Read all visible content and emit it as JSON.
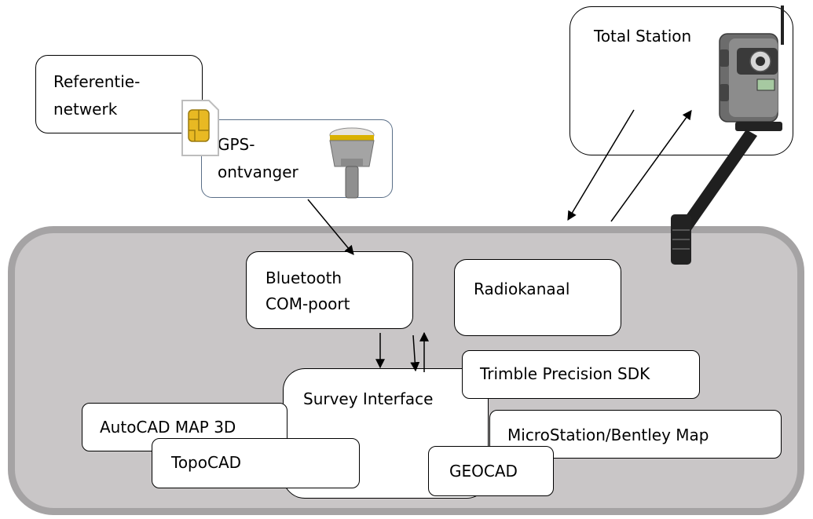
{
  "colors": {
    "system_fill": "#c9c6c7",
    "system_border": "#a5a3a4",
    "box_fill": "#ffffff",
    "stroke": "#000000",
    "gps_border": "#5a6f88"
  },
  "nodes": {
    "referentie_netwerk": {
      "line1": "Referentie-",
      "line2": "netwerk"
    },
    "gps_ontvanger": {
      "line1": "GPS-",
      "line2": "ontvanger"
    },
    "total_station": {
      "label": "Total Station"
    },
    "bluetooth_com": {
      "line1": "Bluetooth",
      "line2": "COM-poort"
    },
    "radiokanaal": {
      "label": "Radiokanaal"
    },
    "survey_interface": {
      "label": "Survey Interface"
    },
    "trimble_sdk": {
      "label": "Trimble Precision SDK"
    },
    "autocad_map": {
      "label": "AutoCAD MAP 3D"
    },
    "topocad": {
      "label": "TopoCAD"
    },
    "microstation": {
      "label": "MicroStation/Bentley Map"
    },
    "geocad": {
      "label": "GEOCAD"
    }
  },
  "icons": {
    "sim_card": "sim-card-icon",
    "gps_receiver": "gps-receiver-icon",
    "total_station": "total-station-icon"
  }
}
